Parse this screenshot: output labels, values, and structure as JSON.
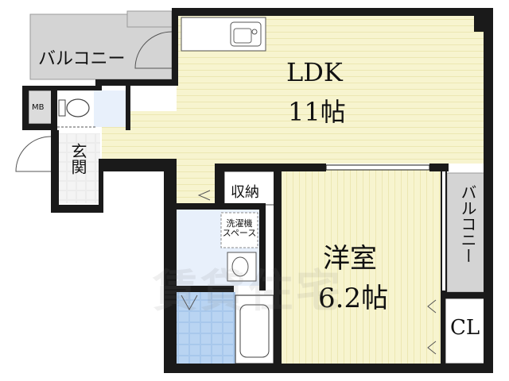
{
  "rooms": {
    "ldk": {
      "name": "LDK",
      "size": "11帖"
    },
    "western": {
      "name": "洋室",
      "size": "6.2帖"
    },
    "balcony_top": {
      "name": "バルコニー"
    },
    "balcony_right": {
      "name": "バルコニー"
    },
    "entrance": {
      "name": "玄関"
    },
    "storage": {
      "name": "収納"
    },
    "closet": {
      "name": "CL"
    },
    "meter_box": {
      "name": "MB"
    },
    "washer": {
      "line1": "洗濯機",
      "line2": "スペース"
    }
  },
  "watermark": "賃貸住宅",
  "colors": {
    "wall": "#1a1a1a",
    "floor": "#f7f4cf",
    "floor_line": "#ece7b2",
    "balcony": "#d4d4d4",
    "bath_tile": "#a8c8ec",
    "washroom": "#e8f0fb",
    "entrance": "#ededed"
  }
}
